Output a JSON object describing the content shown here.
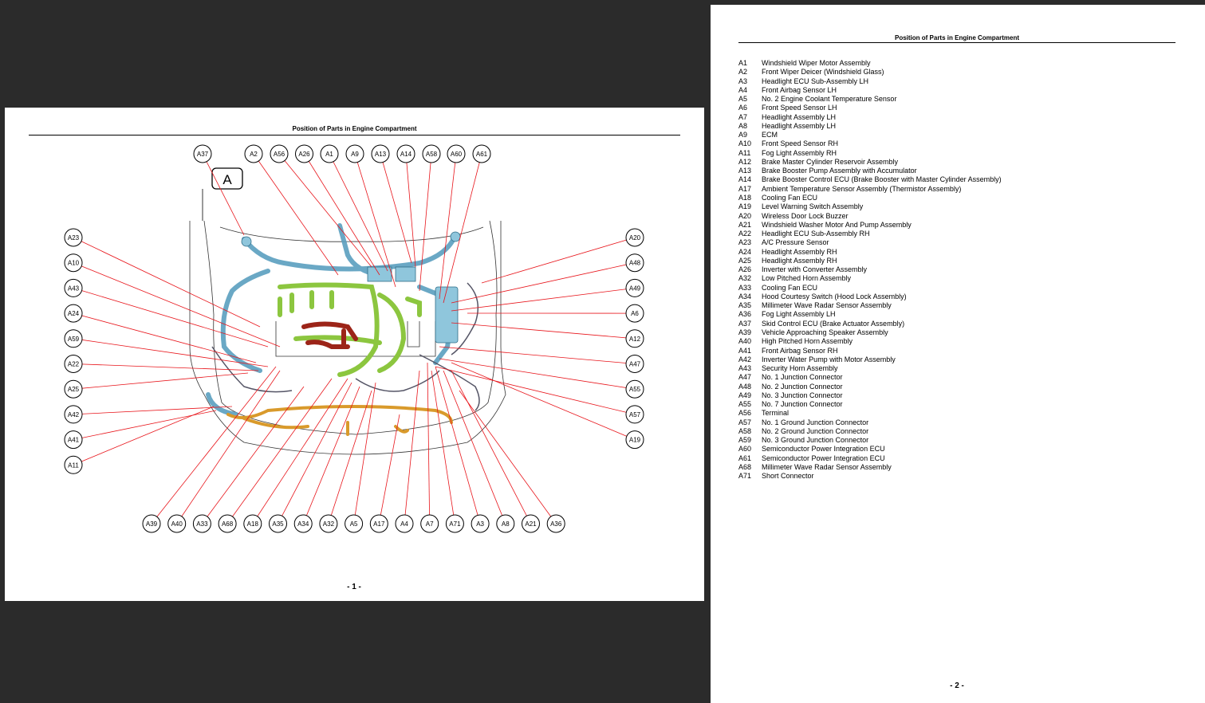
{
  "page1": {
    "title": "Position of Parts in Engine Compartment",
    "view_label": "A",
    "page_number": "- 1 -",
    "callouts_top": [
      "A37",
      "A2",
      "A56",
      "A26",
      "A1",
      "A9",
      "A13",
      "A14",
      "A58",
      "A60",
      "A61"
    ],
    "callouts_left": [
      "A23",
      "A10",
      "A43",
      "A24",
      "A59",
      "A22",
      "A25",
      "A42",
      "A41",
      "A11"
    ],
    "callouts_right": [
      "A20",
      "A48",
      "A49",
      "A6",
      "A12",
      "A47",
      "A55",
      "A57",
      "A19"
    ],
    "callouts_bottom": [
      "A39",
      "A40",
      "A33",
      "A68",
      "A18",
      "A35",
      "A34",
      "A32",
      "A5",
      "A17",
      "A4",
      "A7",
      "A71",
      "A3",
      "A8",
      "A21",
      "A36"
    ]
  },
  "page2": {
    "title": "Position of Parts in Engine Compartment",
    "page_number": "- 2 -",
    "parts": [
      {
        "code": "A1",
        "name": "Windshield Wiper Motor Assembly"
      },
      {
        "code": "A2",
        "name": "Front Wiper Deicer (Windshield Glass)"
      },
      {
        "code": "A3",
        "name": "Headlight ECU Sub-Assembly LH"
      },
      {
        "code": "A4",
        "name": "Front Airbag Sensor LH"
      },
      {
        "code": "A5",
        "name": "No. 2 Engine Coolant Temperature Sensor"
      },
      {
        "code": "A6",
        "name": "Front Speed Sensor LH"
      },
      {
        "code": "A7",
        "name": "Headlight Assembly LH"
      },
      {
        "code": "A8",
        "name": "Headlight Assembly LH"
      },
      {
        "code": "A9",
        "name": "ECM"
      },
      {
        "code": "A10",
        "name": "Front Speed Sensor RH"
      },
      {
        "code": "A11",
        "name": "Fog Light Assembly RH"
      },
      {
        "code": "A12",
        "name": "Brake Master Cylinder Reservoir Assembly"
      },
      {
        "code": "A13",
        "name": "Brake Booster Pump Assembly with Accumulator"
      },
      {
        "code": "A14",
        "name": "Brake Booster Control ECU (Brake Booster with Master Cylinder Assembly)"
      },
      {
        "code": "A17",
        "name": "Ambient Temperature Sensor Assembly (Thermistor Assembly)"
      },
      {
        "code": "A18",
        "name": "Cooling Fan ECU"
      },
      {
        "code": "A19",
        "name": "Level Warning Switch Assembly"
      },
      {
        "code": "A20",
        "name": "Wireless Door Lock Buzzer"
      },
      {
        "code": "A21",
        "name": "Windshield Washer Motor And Pump Assembly"
      },
      {
        "code": "A22",
        "name": "Headlight ECU Sub-Assembly RH"
      },
      {
        "code": "A23",
        "name": "A/C Pressure Sensor"
      },
      {
        "code": "A24",
        "name": "Headlight Assembly RH"
      },
      {
        "code": "A25",
        "name": "Headlight Assembly RH"
      },
      {
        "code": "A26",
        "name": "Inverter with Converter Assembly"
      },
      {
        "code": "A32",
        "name": "Low Pitched Horn Assembly"
      },
      {
        "code": "A33",
        "name": "Cooling Fan ECU"
      },
      {
        "code": "A34",
        "name": "Hood Courtesy Switch (Hood Lock Assembly)"
      },
      {
        "code": "A35",
        "name": "Millimeter Wave Radar Sensor Assembly"
      },
      {
        "code": "A36",
        "name": "Fog Light Assembly LH"
      },
      {
        "code": "A37",
        "name": "Skid Control ECU (Brake Actuator Assembly)"
      },
      {
        "code": "A39",
        "name": "Vehicle Approaching Speaker Assembly"
      },
      {
        "code": "A40",
        "name": "High Pitched Horn Assembly"
      },
      {
        "code": "A41",
        "name": "Front Airbag Sensor RH"
      },
      {
        "code": "A42",
        "name": "Inverter Water Pump with Motor Assembly"
      },
      {
        "code": "A43",
        "name": "Security Horn Assembly"
      },
      {
        "code": "A47",
        "name": "No. 1 Junction Connector"
      },
      {
        "code": "A48",
        "name": "No. 2 Junction Connector"
      },
      {
        "code": "A49",
        "name": "No. 3 Junction Connector"
      },
      {
        "code": "A55",
        "name": "No. 7 Junction Connector"
      },
      {
        "code": "A56",
        "name": "Terminal"
      },
      {
        "code": "A57",
        "name": "No. 1 Ground Junction Connector"
      },
      {
        "code": "A58",
        "name": "No. 2 Ground Junction Connector"
      },
      {
        "code": "A59",
        "name": "No. 3 Ground Junction Connector"
      },
      {
        "code": "A60",
        "name": "Semiconductor Power Integration ECU"
      },
      {
        "code": "A61",
        "name": "Semiconductor Power Integration ECU"
      },
      {
        "code": "A68",
        "name": "Millimeter Wave Radar Sensor Assembly"
      },
      {
        "code": "A71",
        "name": "Short Connector"
      }
    ]
  },
  "colors": {
    "viewer_background": "#2b2b2b",
    "page": "#ffffff",
    "leader_line": "#e8151b",
    "harness_blue": "#6fb7d6",
    "harness_green": "#9bcf2f",
    "harness_orange": "#e7a431",
    "harness_red": "#a32a1e"
  }
}
